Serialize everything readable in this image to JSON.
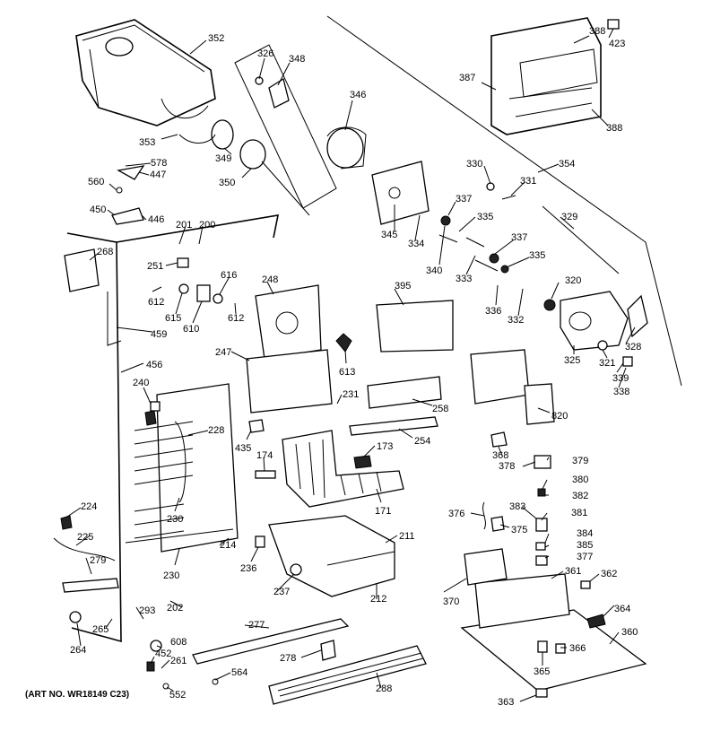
{
  "art_number": "(ART NO. WR18149 C23)",
  "part_labels": [
    "352",
    "326",
    "348",
    "346",
    "388",
    "423",
    "387",
    "388",
    "353",
    "349",
    "350",
    "578",
    "447",
    "560",
    "450",
    "446",
    "330",
    "331",
    "354",
    "337",
    "335",
    "329",
    "201",
    "200",
    "268",
    "251",
    "616",
    "248",
    "345",
    "334",
    "340",
    "333",
    "337",
    "335",
    "320",
    "612",
    "615",
    "610",
    "612",
    "395",
    "336",
    "332",
    "328",
    "459",
    "247",
    "613",
    "325",
    "321",
    "339",
    "338",
    "456",
    "240",
    "231",
    "258",
    "820",
    "228",
    "173",
    "254",
    "435",
    "174",
    "368",
    "378",
    "379",
    "380",
    "382",
    "224",
    "225",
    "230",
    "171",
    "381",
    "376",
    "383",
    "375",
    "384",
    "385",
    "279",
    "214",
    "211",
    "377",
    "236",
    "361",
    "362",
    "230",
    "237",
    "212",
    "370",
    "293",
    "202",
    "364",
    "265",
    "264",
    "277",
    "360",
    "608",
    "452",
    "261",
    "278",
    "366",
    "365",
    "564",
    "288",
    "552",
    "363"
  ]
}
